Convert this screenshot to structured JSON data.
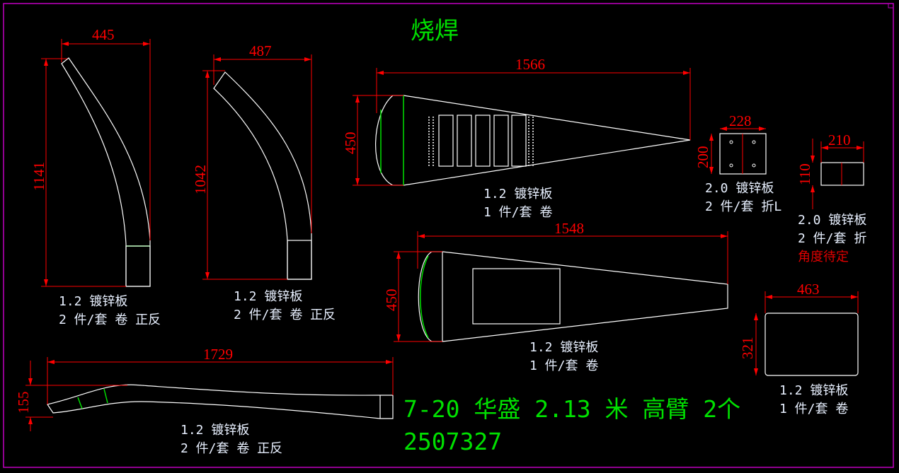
{
  "title": "烧焊",
  "colors": {
    "background": "#000000",
    "dimension": "#ff0000",
    "outline": "#ffffff",
    "title": "#00e000",
    "frame": "#c000c0"
  },
  "parts": [
    {
      "dims": [
        "445",
        "1141"
      ],
      "line1": "1.2 镀锌板",
      "line2": "2 件/套 卷 正反"
    },
    {
      "dims": [
        "487",
        "1042"
      ],
      "line1": "1.2 镀锌板",
      "line2": "2 件/套 卷 正反"
    },
    {
      "dims": [
        "1566",
        "450"
      ],
      "line1": "1.2 镀锌板",
      "line2": "1 件/套 卷"
    },
    {
      "dims": [
        "228",
        "200"
      ],
      "line1": "2.0 镀锌板",
      "line2": "2 件/套 折L"
    },
    {
      "dims": [
        "210",
        "110"
      ],
      "line1": "2.0 镀锌板",
      "line2": "2 件/套 折",
      "note": "角度待定"
    },
    {
      "dims": [
        "1548",
        "450"
      ],
      "line1": "1.2 镀锌板",
      "line2": "1 件/套 卷"
    },
    {
      "dims": [
        "463",
        "321"
      ],
      "line1": "1.2 镀锌板",
      "line2": "1 件/套 卷"
    },
    {
      "dims": [
        "1729",
        "155"
      ],
      "line1": "1.2 镀锌板",
      "line2": "2 件/套 卷 正反"
    }
  ],
  "order": {
    "line1": "7-20 华盛 2.13 米 高臂 2个",
    "line2": "2507327"
  }
}
